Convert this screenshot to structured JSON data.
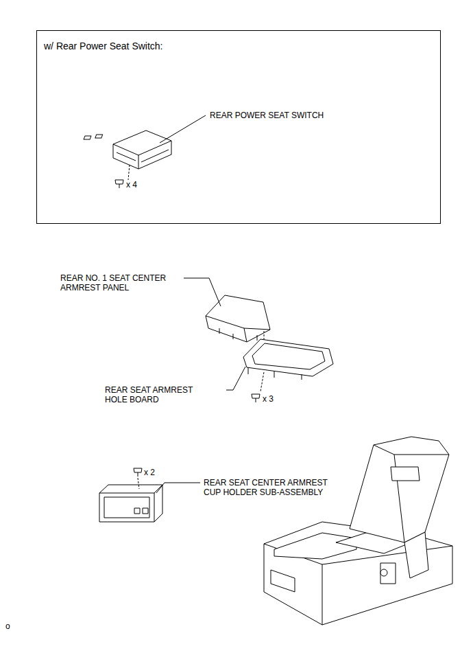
{
  "diagram": {
    "nodes": [
      {
        "text": [
          "w/ Rear Power Seat Switch:",
          "REAR POWER SEAT SWITCH",
          "x 4"
        ]
      }
    ],
    "labels": [
      "REAR NO. 1 SEAT CENTER ARMREST PANEL",
      "REAR SEAT ARMREST HOLE BOARD",
      "x 3",
      "x 2",
      "REAR SEAT CENTER ARMREST CUP HOLDER SUB-ASSEMBLY",
      "o"
    ]
  }
}
